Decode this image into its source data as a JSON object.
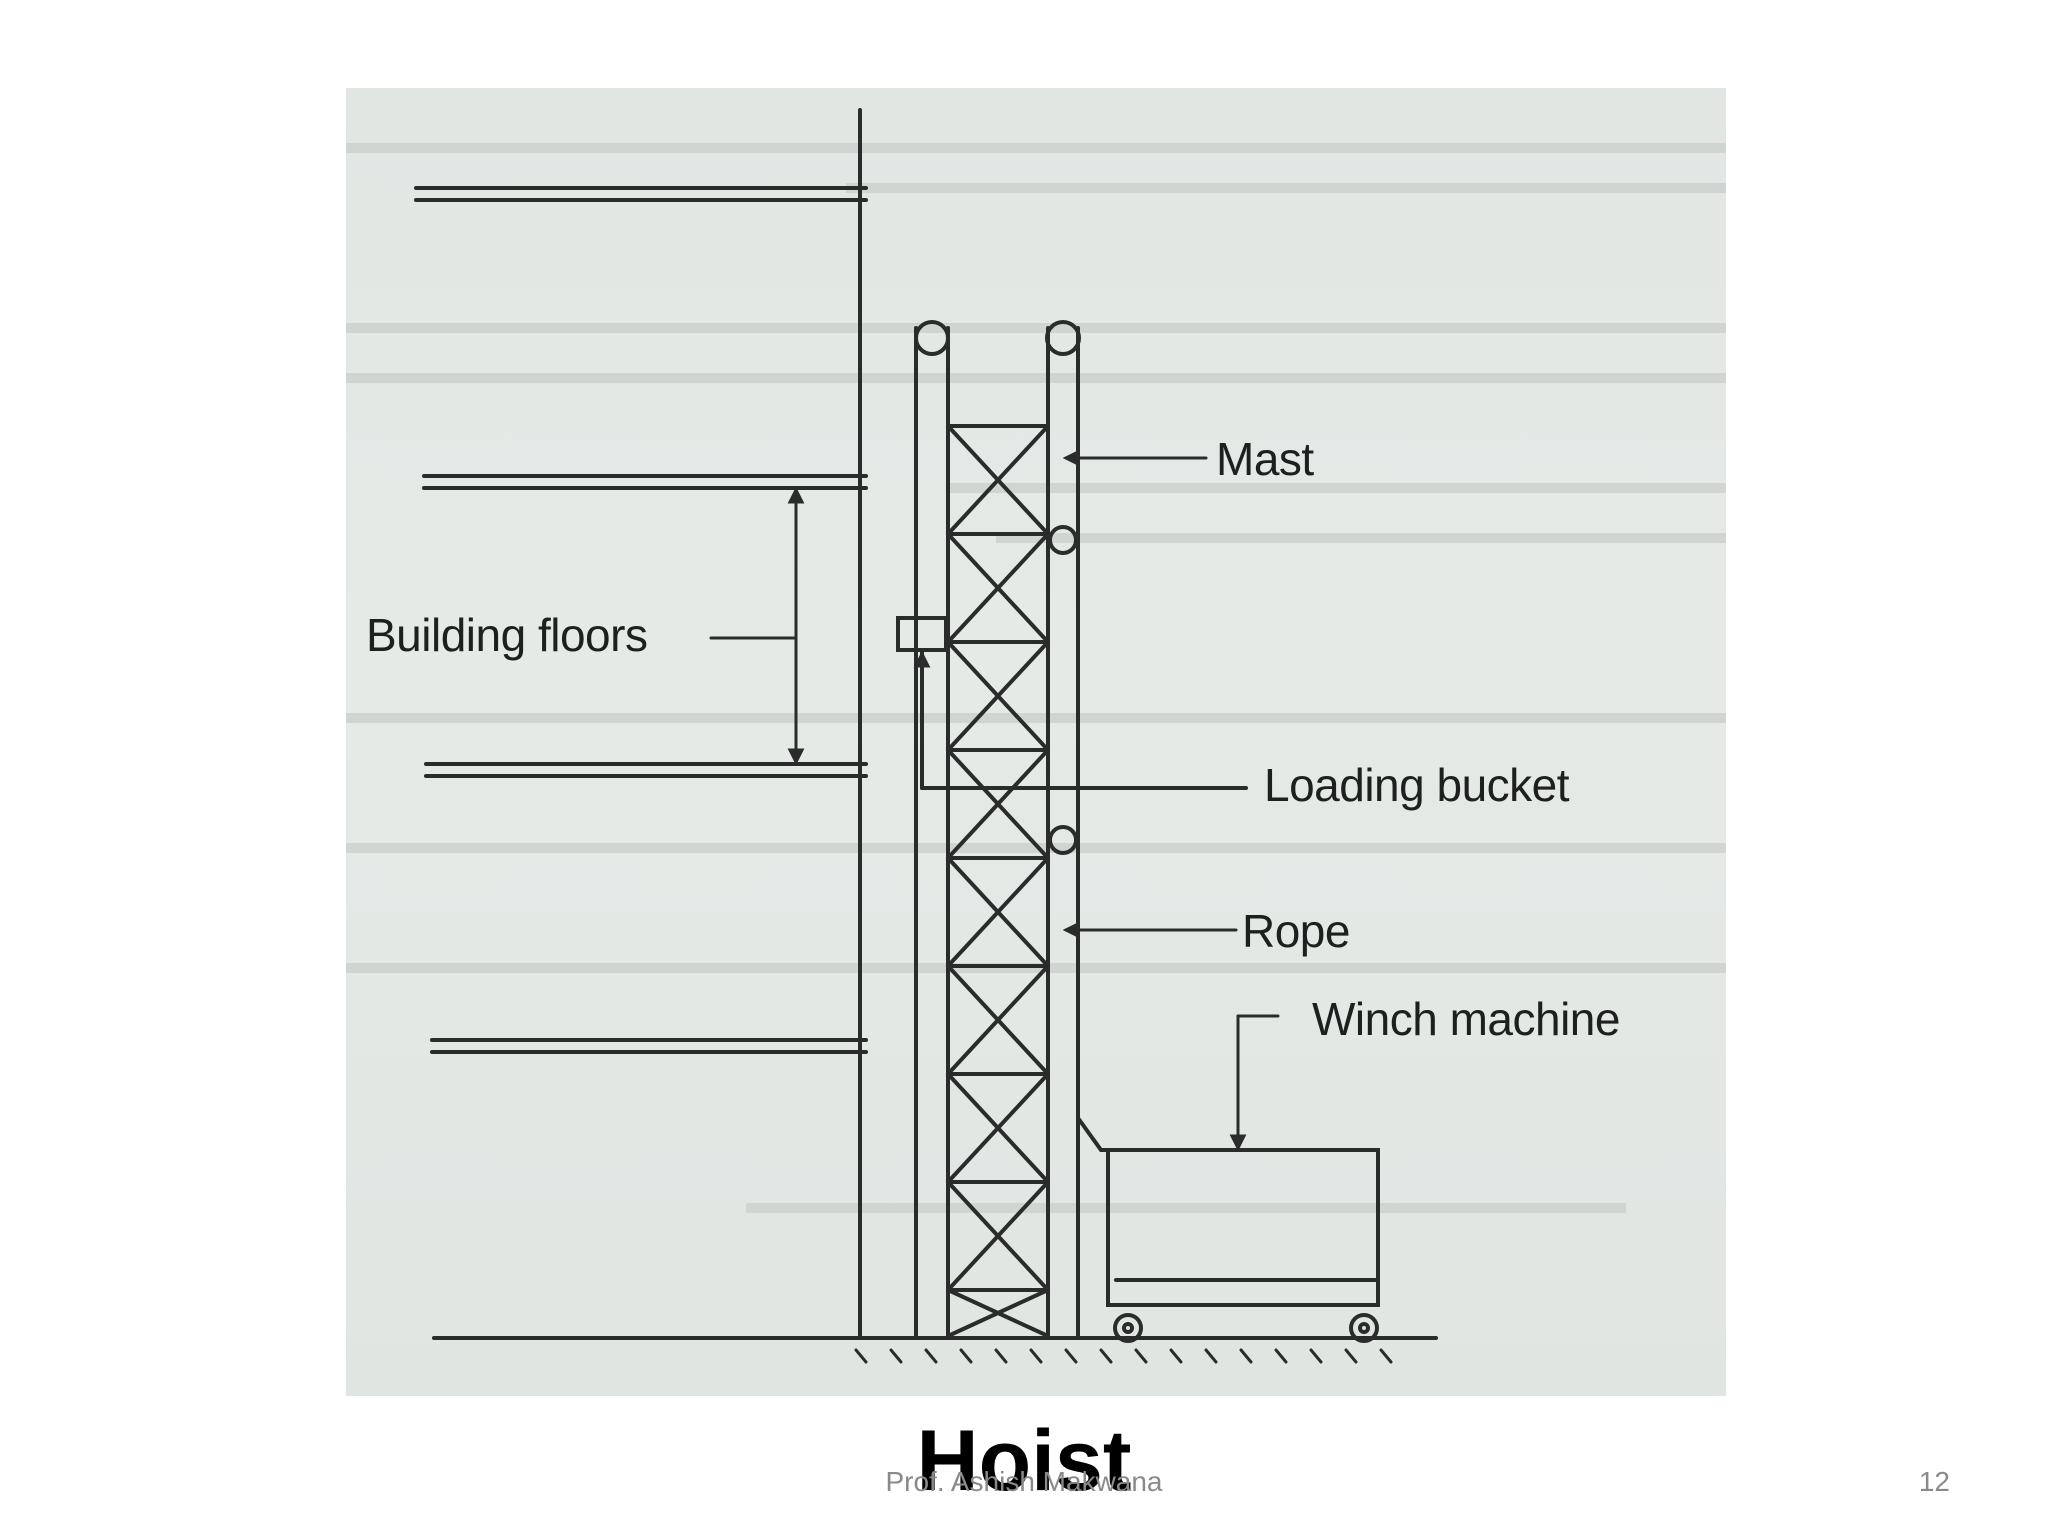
{
  "slide": {
    "title": "Hoist",
    "author": "Prof. Ashish Makwana",
    "page_number": "12"
  },
  "diagram": {
    "labels": {
      "mast": "Mast",
      "building_floors": "Building floors",
      "loading_bucket": "Loading bucket",
      "rope": "Rope",
      "winch_machine": "Winch machine"
    },
    "colors": {
      "background": "#e3e7e4",
      "ink": "#2a2c2b",
      "bleed_text": "#c7cbc8"
    }
  }
}
